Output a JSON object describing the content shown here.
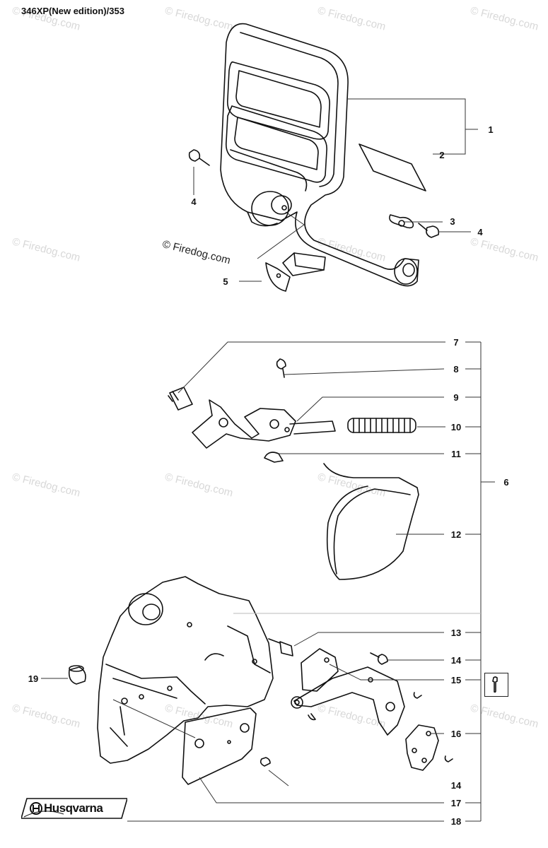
{
  "header": {
    "title": "346XP(New edition)/353"
  },
  "watermark": {
    "text": "© Firedog.com"
  },
  "copyright": {
    "text": "© Firedog.com"
  },
  "brand": {
    "name": "Husqvarna"
  },
  "callouts": [
    "1",
    "2",
    "3",
    "4",
    "4",
    "5",
    "6",
    "7",
    "8",
    "9",
    "10",
    "11",
    "12",
    "13",
    "14",
    "14",
    "15",
    "16",
    "17",
    "18",
    "19"
  ]
}
